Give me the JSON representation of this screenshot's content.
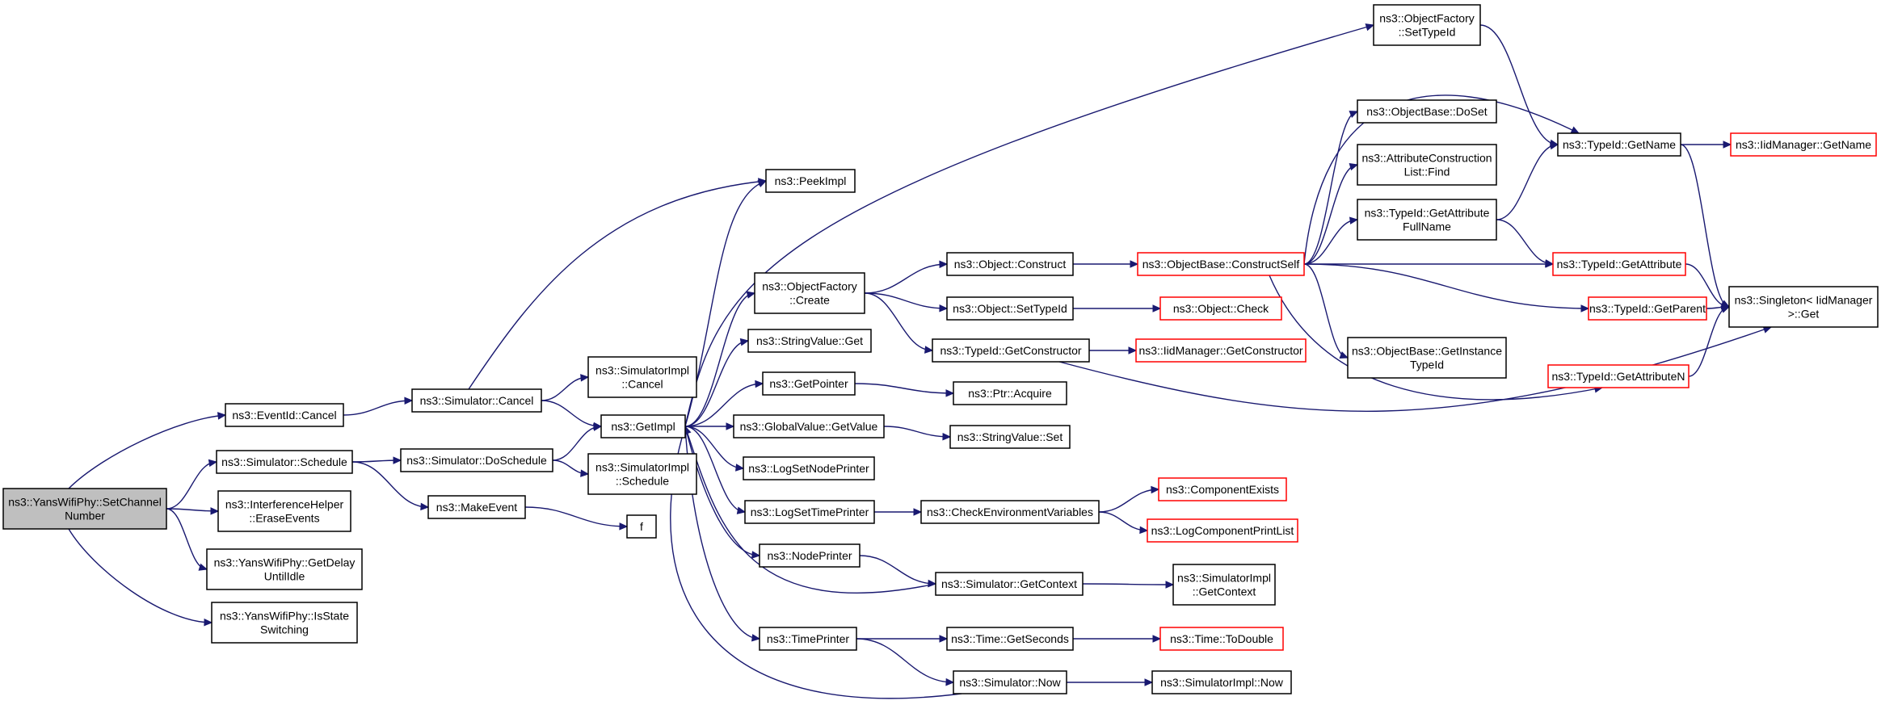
{
  "colors": {
    "edge": "#191970",
    "root_fill": "#bfbfbf",
    "incomplete_border": "#ff0000",
    "node_border": "#000000"
  },
  "nodes": {
    "root": [
      "ns3::YansWifiPhy::SetChannel",
      "Number"
    ],
    "eventid_cancel": [
      "ns3::EventId::Cancel"
    ],
    "sim_schedule": [
      "ns3::Simulator::Schedule"
    ],
    "ih_erase": [
      "ns3::InterferenceHelper",
      "::EraseEvents"
    ],
    "ywp_getdelay": [
      "ns3::YansWifiPhy::GetDelay",
      "UntilIdle"
    ],
    "ywp_isswitch": [
      "ns3::YansWifiPhy::IsState",
      "Switching"
    ],
    "sim_cancel": [
      "ns3::Simulator::Cancel"
    ],
    "sim_doschedule": [
      "ns3::Simulator::DoSchedule"
    ],
    "makeevent": [
      "ns3::MakeEvent"
    ],
    "peekimpl": [
      "ns3::PeekImpl"
    ],
    "simimpl_cancel": [
      "ns3::SimulatorImpl",
      "::Cancel"
    ],
    "getimpl": [
      "ns3::GetImpl"
    ],
    "simimpl_schedule": [
      "ns3::SimulatorImpl",
      "::Schedule"
    ],
    "f": [
      "f"
    ],
    "objfactory_create": [
      "ns3::ObjectFactory",
      "::Create"
    ],
    "stringvalue_get": [
      "ns3::StringValue::Get"
    ],
    "getpointer": [
      "ns3::GetPointer"
    ],
    "globalvalue_getvalue": [
      "ns3::GlobalValue::GetValue"
    ],
    "logsetnodeprinter": [
      "ns3::LogSetNodePrinter"
    ],
    "logsettimeprinter": [
      "ns3::LogSetTimePrinter"
    ],
    "nodeprinter": [
      "ns3::NodePrinter"
    ],
    "timeprinter": [
      "ns3::TimePrinter"
    ],
    "object_construct": [
      "ns3::Object::Construct"
    ],
    "object_settypeid": [
      "ns3::Object::SetTypeId"
    ],
    "typeid_getconstructor": [
      "ns3::TypeId::GetConstructor"
    ],
    "ptr_acquire": [
      "ns3::Ptr::Acquire"
    ],
    "stringvalue_set": [
      "ns3::StringValue::Set"
    ],
    "checkenv": [
      "ns3::CheckEnvironmentVariables"
    ],
    "sim_getcontext": [
      "ns3::Simulator::GetContext"
    ],
    "time_getseconds": [
      "ns3::Time::GetSeconds"
    ],
    "sim_now": [
      "ns3::Simulator::Now"
    ],
    "objfactory_settypeid": [
      "ns3::ObjectFactory",
      "::SetTypeId"
    ],
    "objbase_doset": [
      "ns3::ObjectBase::DoSet"
    ],
    "attrconstr_find": [
      "ns3::AttributeConstruction",
      "List::Find"
    ],
    "typeid_getattrfullname": [
      "ns3::TypeId::GetAttribute",
      "FullName"
    ],
    "objbase_constructself": [
      "ns3::ObjectBase::ConstructSelf"
    ],
    "object_check": [
      "ns3::Object::Check"
    ],
    "iidmanager_getconstructor": [
      "ns3::IidManager::GetConstructor"
    ],
    "objbase_getinstancetypeid": [
      "ns3::ObjectBase::GetInstance",
      "TypeId"
    ],
    "componentexists": [
      "ns3::ComponentExists"
    ],
    "logcomponentprintlist": [
      "ns3::LogComponentPrintList"
    ],
    "simimpl_getcontext": [
      "ns3::SimulatorImpl",
      "::GetContext"
    ],
    "time_todouble": [
      "ns3::Time::ToDouble"
    ],
    "simimpl_now": [
      "ns3::SimulatorImpl::Now"
    ],
    "typeid_getname": [
      "ns3::TypeId::GetName"
    ],
    "typeid_getattribute": [
      "ns3::TypeId::GetAttribute"
    ],
    "typeid_getparent": [
      "ns3::TypeId::GetParent"
    ],
    "typeid_getattributen": [
      "ns3::TypeId::GetAttributeN"
    ],
    "iidmanager_getname": [
      "ns3::IidManager::GetName"
    ],
    "singleton_get": [
      "ns3::Singleton< IidManager",
      " >::Get"
    ]
  }
}
